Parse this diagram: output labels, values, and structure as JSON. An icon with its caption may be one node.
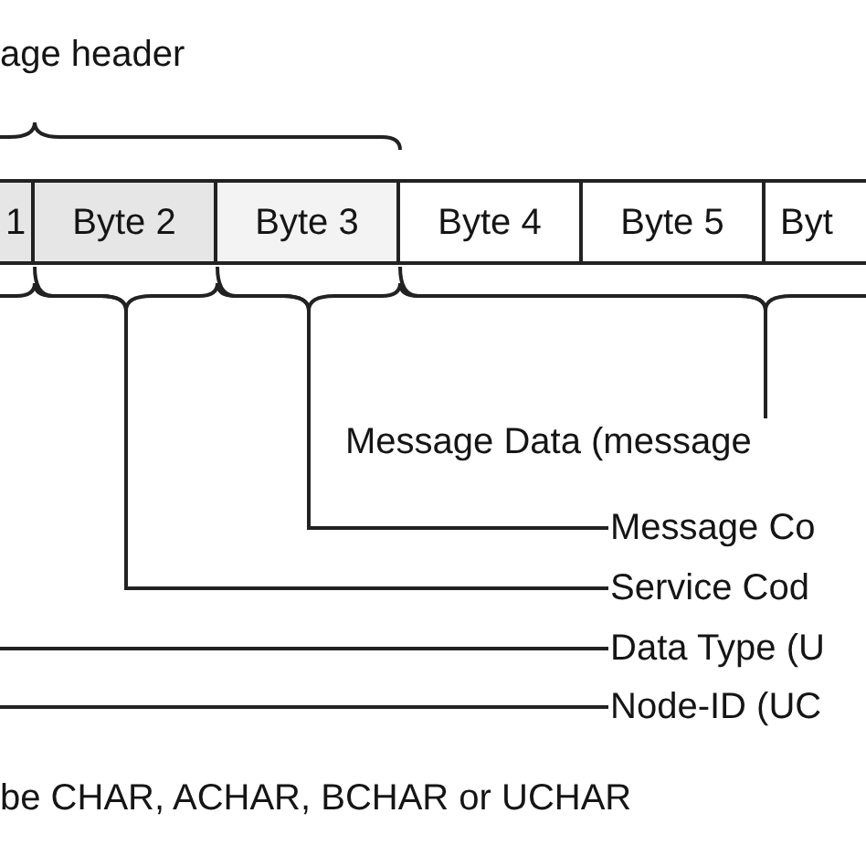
{
  "diagram": {
    "nodes": [
      {
        "text": [
          "1"
        ]
      },
      {
        "text": [
          "Byte 2"
        ]
      },
      {
        "text": [
          "Byte 3"
        ]
      },
      {
        "text": [
          "Byte 4"
        ]
      },
      {
        "text": [
          "Byte 5"
        ]
      },
      {
        "text": [
          "Byt"
        ]
      },
      {
        "text": [
          "Message Data (message"
        ]
      },
      {
        "text": [
          "Message Co"
        ]
      },
      {
        "text": [
          "Service Cod"
        ]
      },
      {
        "text": [
          "Data Type (U"
        ]
      },
      {
        "text": [
          "Node-ID (UC"
        ]
      }
    ],
    "edges": [
      {
        "from": 6,
        "to": 3,
        "arrow": "none"
      },
      {
        "from": 7,
        "to": 2,
        "arrow": "none"
      },
      {
        "from": 8,
        "to": 1,
        "arrow": "none"
      },
      {
        "from": 9,
        "to": null,
        "arrow": "none"
      },
      {
        "from": 10,
        "to": null,
        "arrow": "none"
      }
    ],
    "labels": [
      "age header",
      "be CHAR, ACHAR, BCHAR or UCHAR"
    ]
  }
}
